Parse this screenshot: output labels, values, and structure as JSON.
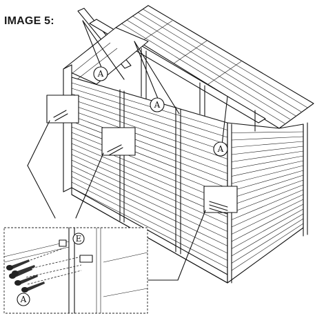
{
  "figure": {
    "title": "IMAGE 5:",
    "part_label_A": "A",
    "part_label_E": "E"
  }
}
